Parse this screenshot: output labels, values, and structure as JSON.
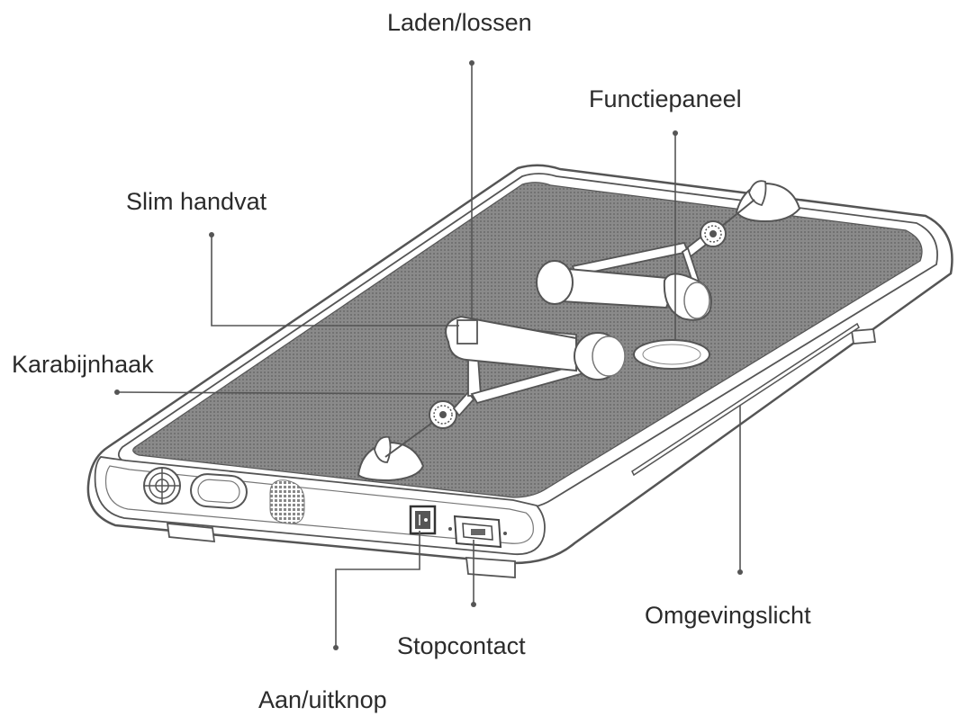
{
  "diagram": {
    "labels": {
      "charge": "Laden/lossen",
      "function_panel": "Functiepaneel",
      "smart_handle": "Slim handvat",
      "carabiner": "Karabijnhaak",
      "ambient_light": "Omgevingslicht",
      "socket": "Stopcontact",
      "power_switch": "Aan/uitknop"
    },
    "colors": {
      "outline": "#555555",
      "mesh": "#7e7e7e",
      "label_text": "#2b2b2b",
      "leader": "#555555"
    }
  }
}
